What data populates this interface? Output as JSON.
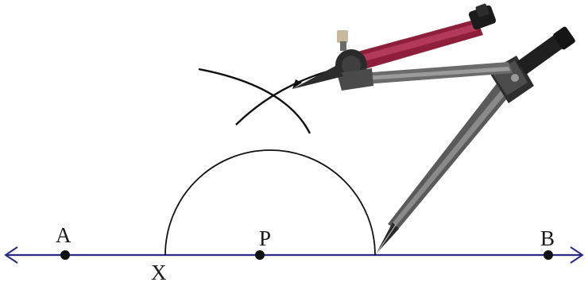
{
  "points": {
    "A": "A",
    "P": "P",
    "B": "B",
    "X": "X"
  },
  "colors": {
    "line": "#2b2b86",
    "arc": "#111111",
    "point": "#111111",
    "compass_leg_red": "#8e1f3a",
    "compass_metal": "#4a4a4a",
    "compass_dark": "#1f1f1f"
  },
  "icons": {
    "compass": "compass-drawing-tool"
  }
}
